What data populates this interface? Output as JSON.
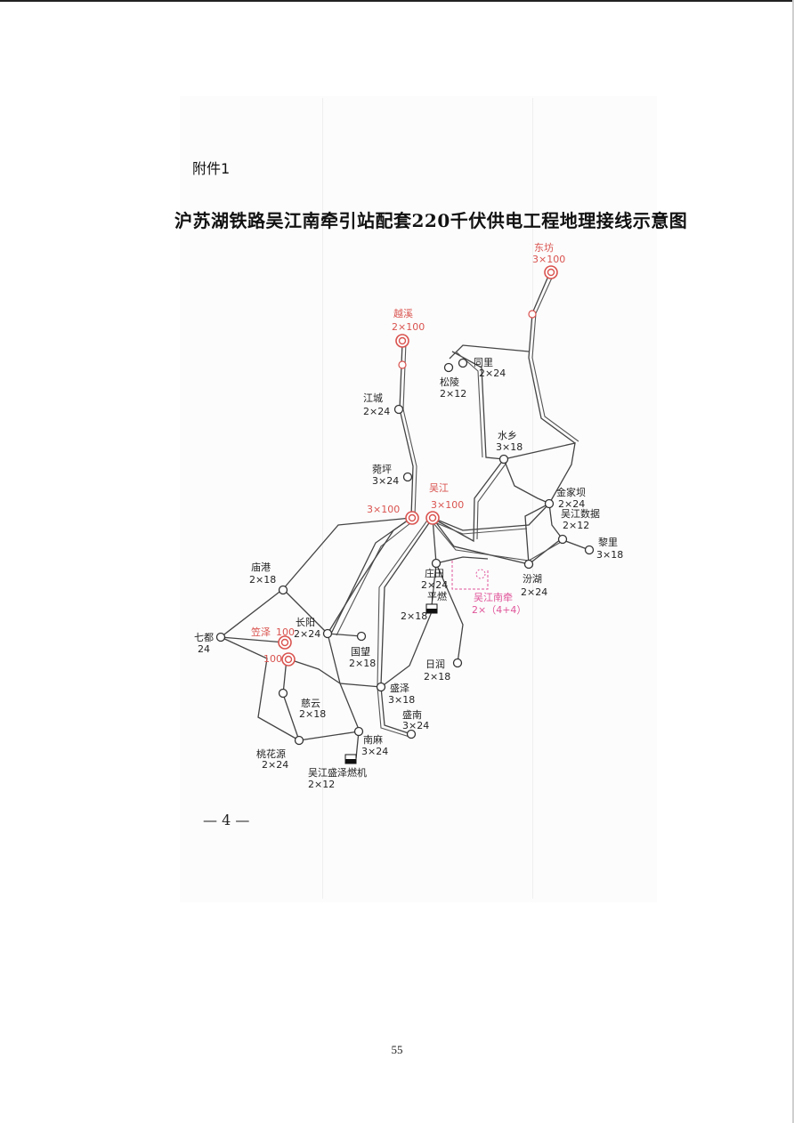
{
  "attachment_label": "附件1",
  "title": "沪苏湖铁路吴江南牵引站配套220千伏供电工程地理接线示意图",
  "inner_page_number": "— 4 —",
  "outer_page_number": "55",
  "colors": {
    "existing_220": "#d9534f",
    "new_traction": "#e0559a",
    "line": "#444444"
  },
  "map_labels": {
    "dongfang": {
      "name": "东坊",
      "capacity": "3×100"
    },
    "yuexi": {
      "name": "越溪",
      "capacity": "2×100"
    },
    "tongli": {
      "name": "同里",
      "capacity": "2×24"
    },
    "songling": {
      "name": "松陵",
      "capacity": "2×12"
    },
    "jiangcheng": {
      "name": "江城",
      "capacity": "2×24"
    },
    "shuixiang": {
      "name": "水乡",
      "capacity": "3×18"
    },
    "lanping": {
      "name": "菀坪",
      "capacity": "3×24"
    },
    "wujiang": {
      "name": "吴江",
      "capacity": "3×100"
    },
    "west_hub": {
      "capacity": "3×100"
    },
    "jinjiaba": {
      "name": "金家坝",
      "capacity": "2×24"
    },
    "wujiang_data": {
      "name": "吴江数据",
      "capacity": "2×12"
    },
    "lili": {
      "name": "黎里",
      "capacity": "3×18"
    },
    "miaogang": {
      "name": "庙港",
      "capacity": "2×18"
    },
    "zhuangtian": {
      "name": "庄田",
      "capacity": "2×24"
    },
    "fenhu": {
      "name": "汾湖",
      "capacity": "2×24"
    },
    "pingran": {
      "name": "平燃",
      "capacity": "2×18"
    },
    "wujiangnan": {
      "name": "吴江南牵",
      "capacity": "2×（4+4）"
    },
    "qidu": {
      "name": "七都",
      "capacity": "24"
    },
    "lize": {
      "name": "笠泽",
      "capacity": "100"
    },
    "lize_b": {
      "capacity": "100"
    },
    "changyang": {
      "name": "长阳",
      "capacity": "2×24"
    },
    "guowang": {
      "name": "国望",
      "capacity": "2×18"
    },
    "rirun": {
      "name": "日润",
      "capacity": "2×18"
    },
    "ciyun": {
      "name": "慈云",
      "capacity": "2×18"
    },
    "shengze": {
      "name": "盛泽",
      "capacity": "3×18"
    },
    "shengnan": {
      "name": "盛南",
      "capacity": "3×24"
    },
    "nanma": {
      "name": "南麻",
      "capacity": "3×24"
    },
    "taohuayuan": {
      "name": "桃花源",
      "capacity": "2×24"
    },
    "shengze_gas": {
      "name": "吴江盛泽燃机",
      "capacity": "2×12"
    }
  }
}
